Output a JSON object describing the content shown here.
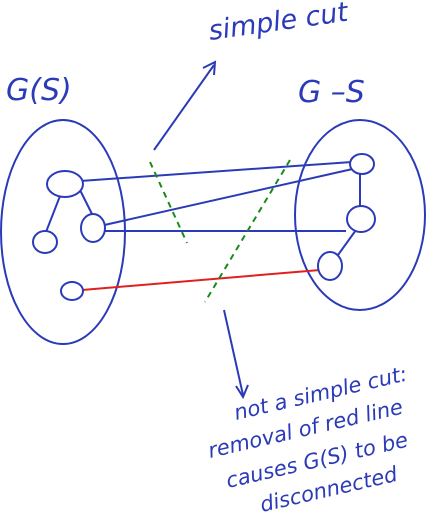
{
  "colors": {
    "ink": "#2b3bb8",
    "cut": "#1a8a1a",
    "red_edge": "#e02020"
  },
  "labels": {
    "left_set": "G(S)",
    "right_set": "G –S",
    "simple_cut": "simple cut",
    "note_line1": "not a simple cut:",
    "note_line2": "removal of red line",
    "note_line3": "causes G(S) to be",
    "note_line4": "disconnected"
  }
}
